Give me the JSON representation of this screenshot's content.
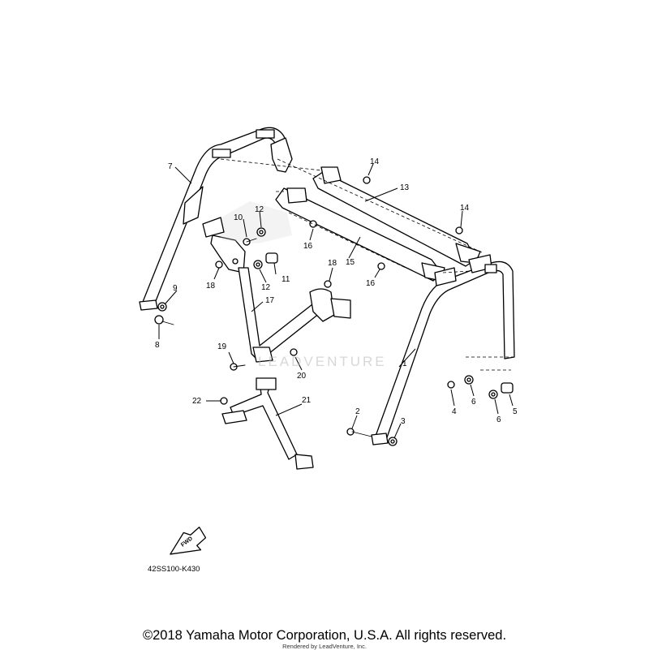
{
  "diagram": {
    "catalog_code": "42SS100-K430",
    "fwd_label": "FWD",
    "watermark": "LEADVENTURE",
    "copyright": "©2018 Yamaha Motor Corporation, U.S.A. All rights reserved.",
    "rendered_by": "Rendered by LeadVenture, Inc.",
    "callouts": [
      "1",
      "2",
      "3",
      "4",
      "5",
      "6",
      "6",
      "7",
      "8",
      "9",
      "10",
      "11",
      "12",
      "12",
      "13",
      "14",
      "14",
      "15",
      "16",
      "16",
      "17",
      "18",
      "18",
      "19",
      "20",
      "21",
      "22"
    ]
  }
}
